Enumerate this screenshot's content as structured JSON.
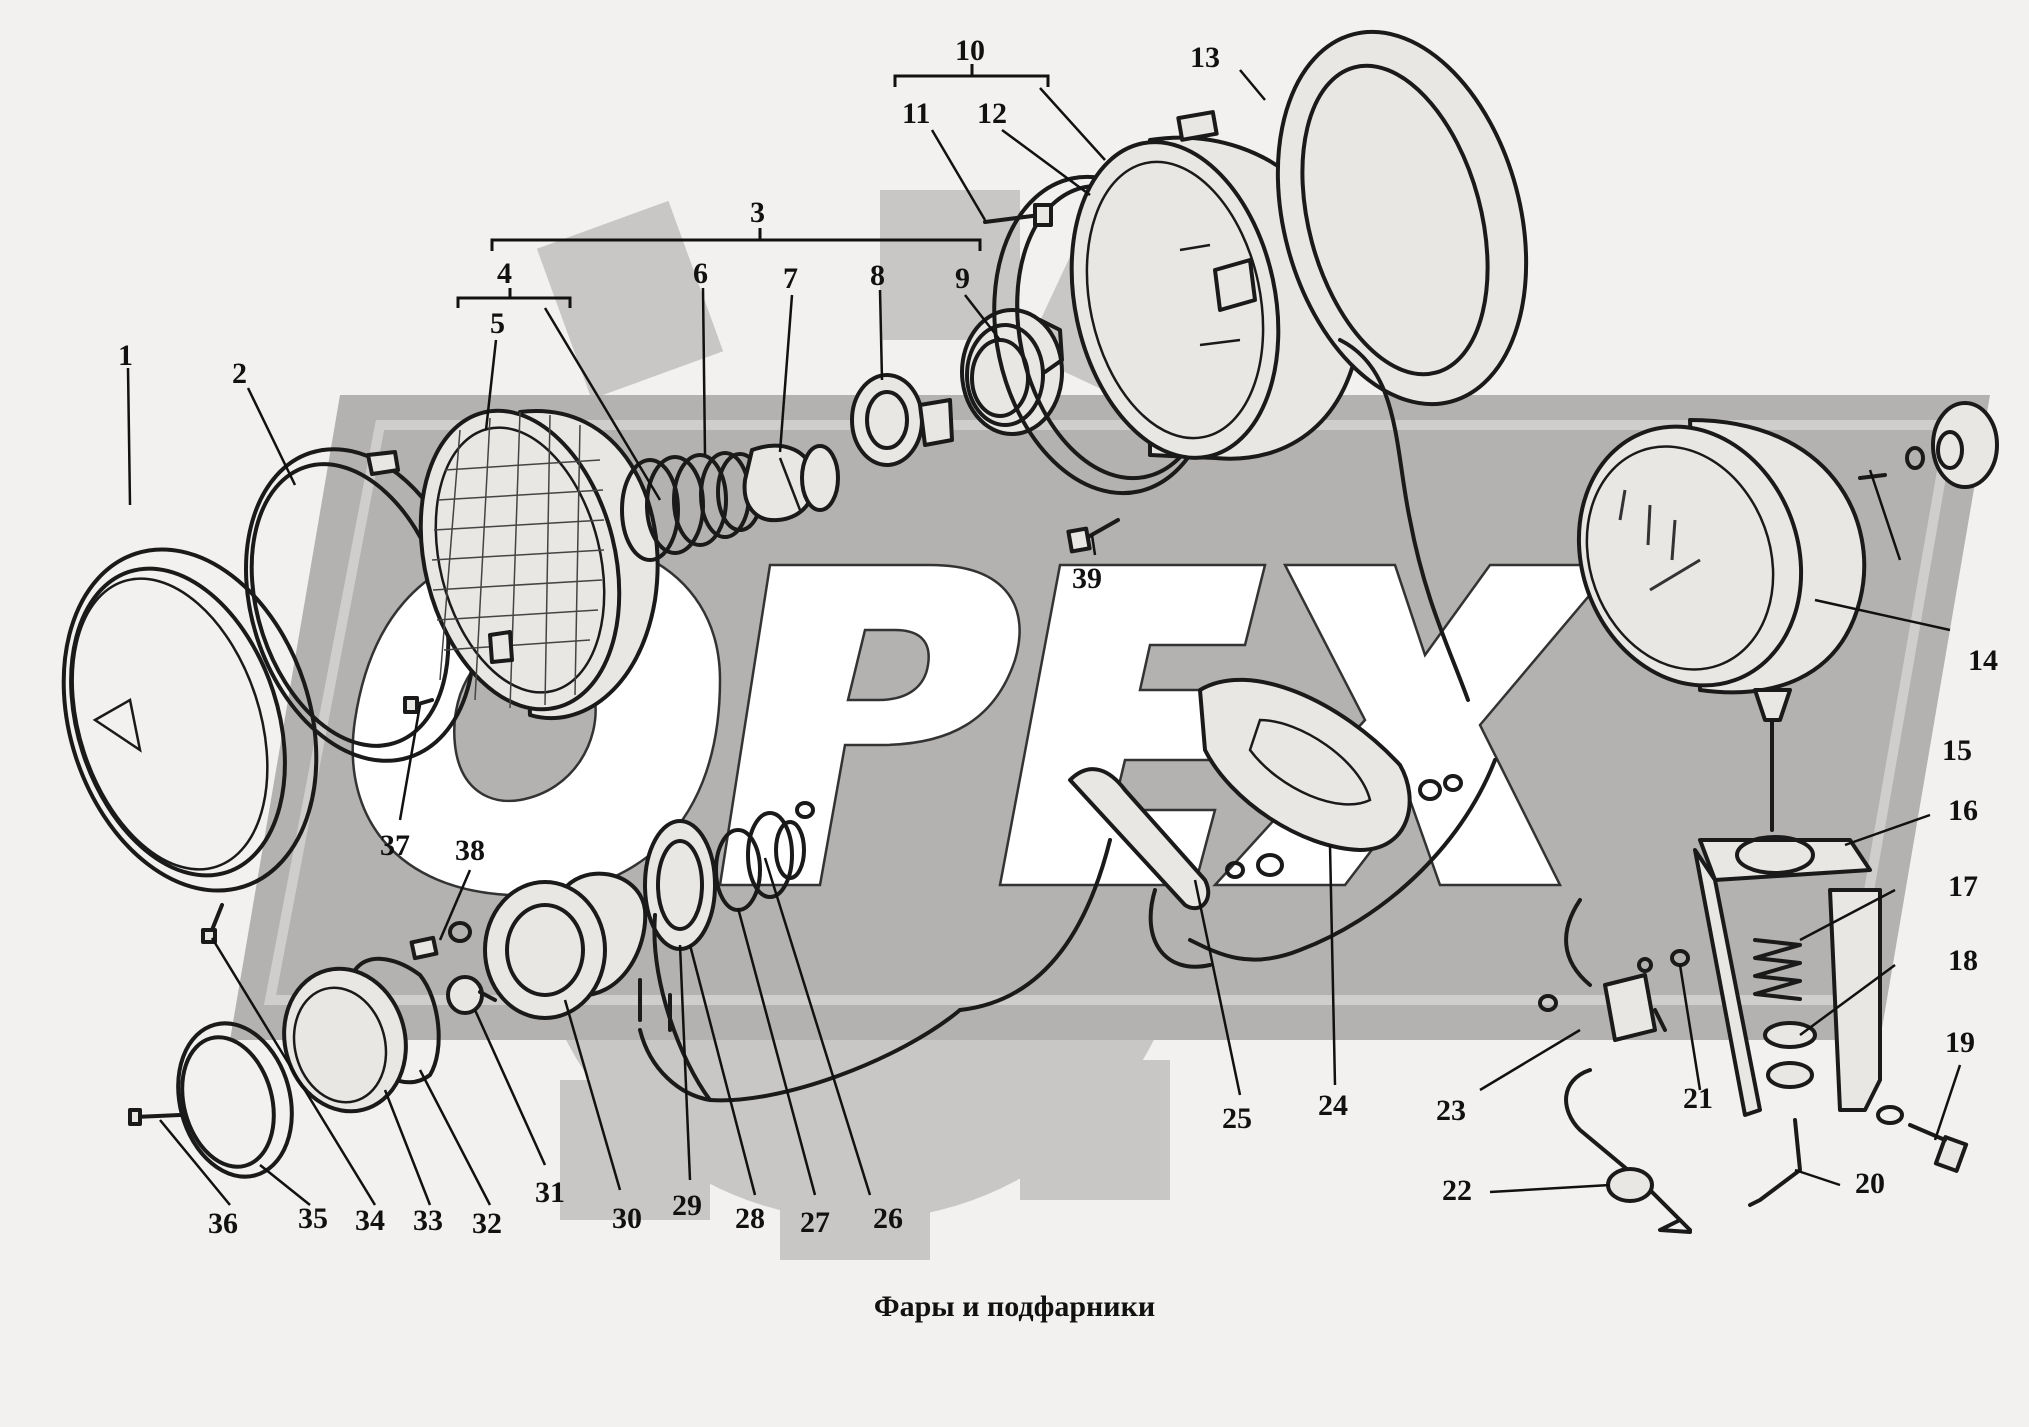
{
  "caption": "Фары и подфарники",
  "watermark": {
    "text": "OPEX",
    "colors": {
      "band": "#b3b2b0",
      "letters": "#ffffff",
      "gear": "#c8c7c5"
    }
  },
  "colors": {
    "background": "#f2f1ef",
    "line": "#1a1a1a",
    "part_fill": "#e8e7e4"
  },
  "callouts": {
    "c1": "1",
    "c2": "2",
    "c3": "3",
    "c4": "4",
    "c5": "5",
    "c6": "6",
    "c7": "7",
    "c8": "8",
    "c9": "9",
    "c10": "10",
    "c11": "11",
    "c12": "12",
    "c13": "13",
    "c14": "14",
    "c15": "15",
    "c16": "16",
    "c17": "17",
    "c18": "18",
    "c19": "19",
    "c20": "20",
    "c21": "21",
    "c22": "22",
    "c23": "23",
    "c24": "24",
    "c25": "25",
    "c26": "26",
    "c27": "27",
    "c28": "28",
    "c29": "29",
    "c30": "30",
    "c31": "31",
    "c32": "32",
    "c33": "33",
    "c34": "34",
    "c35": "35",
    "c36": "36",
    "c37": "37",
    "c38": "38",
    "c39": "39"
  }
}
